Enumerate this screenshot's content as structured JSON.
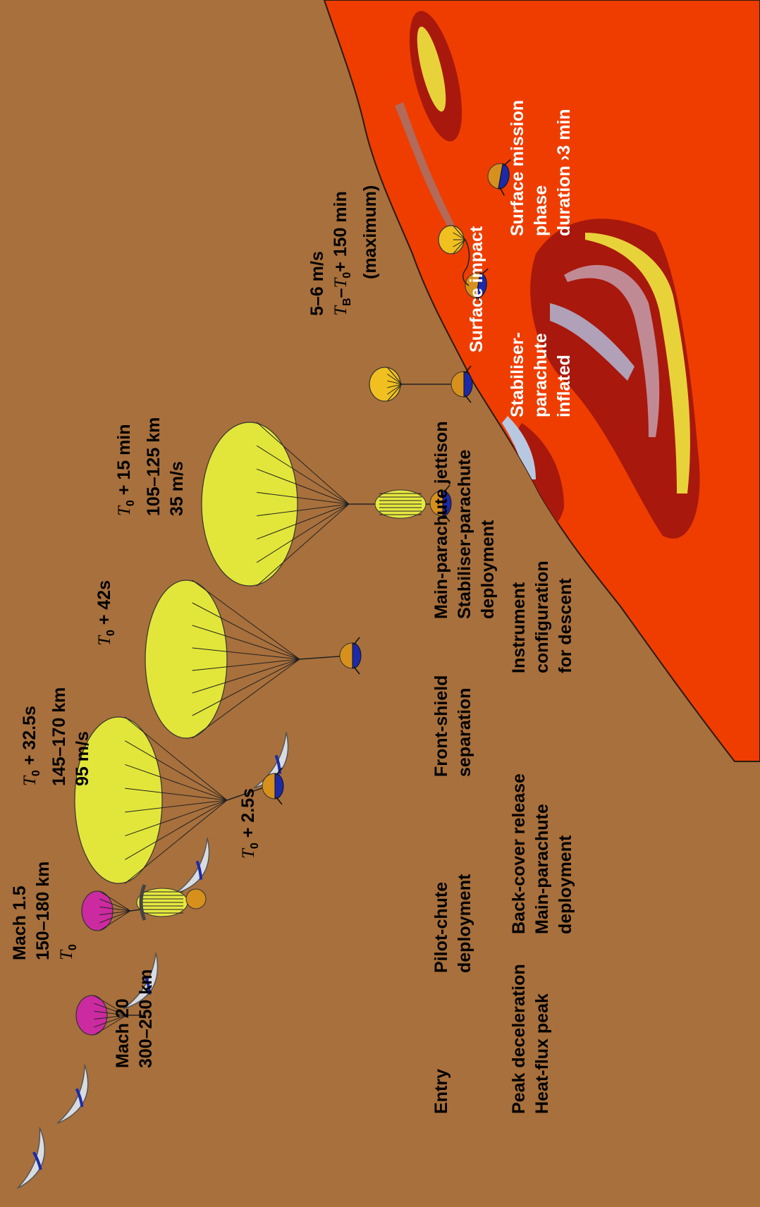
{
  "colors": {
    "background": "#a8703c",
    "surface": "#ef3d00",
    "terrain_dark": "#a8180c",
    "terrain_yellow": "#e8d23a",
    "canopy_main": "#e2e63a",
    "pilot_chute": "#cc2aa0",
    "shield": "#d8dce0",
    "probe_blue": "#1c2aa8",
    "probe_orange": "#d8901c"
  },
  "labels": {
    "mach20": [
      "Mach 20",
      "300–250 km"
    ],
    "mach15": [
      "Mach 1.5",
      "150–180 km"
    ],
    "t0": "T",
    "t0_sub": "0",
    "t2_5": "+ 2.5s",
    "t32_5": [
      "+ 32.5s",
      "145–170 km",
      "95 m/s"
    ],
    "t42": "+ 42s",
    "t15min": [
      "+ 15 min",
      "105–125 km",
      "35 m/s"
    ],
    "final": [
      "5–6 m/s",
      "+ 150 min",
      "(maximum)"
    ],
    "final_tb": "T",
    "final_tb_sub": "B",
    "final_minus": "–",
    "entry": "Entry",
    "peak": [
      "Peak deceleration",
      "Heat-flux peak"
    ],
    "pilot_chute": [
      "Pilot-chute",
      "deployment"
    ],
    "back_cover": [
      "Back-cover release",
      "Main-parachute",
      "deployment"
    ],
    "front_shield": [
      "Front-shield",
      "separation"
    ],
    "instrument": [
      "Instrument",
      "configuration",
      "for descent"
    ],
    "main_jettison": [
      "Main-parachute jettison",
      "Stabiliser-parachute",
      "deployment"
    ],
    "stabiliser_inflated": [
      "Stabiliser-",
      "parachute",
      "inflated"
    ],
    "surface_impact": "Surface impact",
    "surface_mission": [
      "Surface mission",
      "phase",
      "duration ›3 min"
    ]
  }
}
